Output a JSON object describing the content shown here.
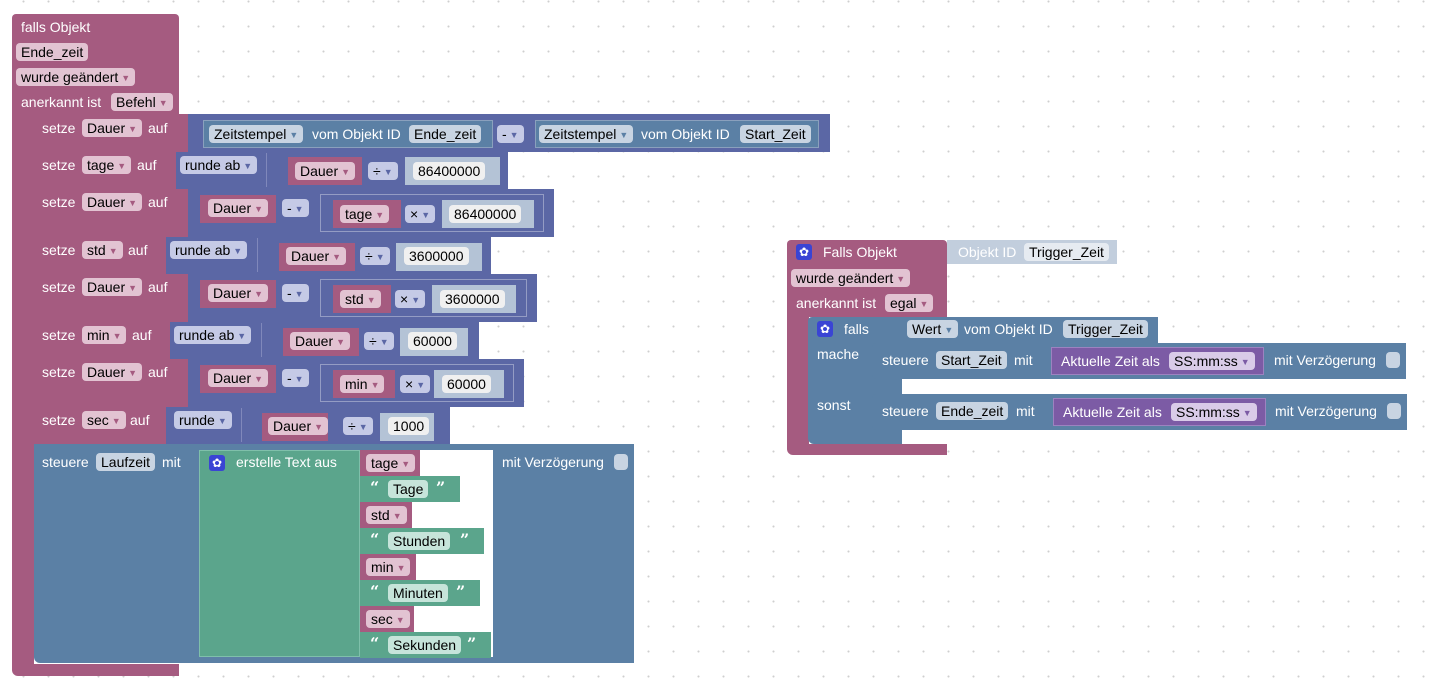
{
  "workspace": {
    "script1": {
      "trigger": {
        "title": "falls Objekt",
        "object": "Ende_zeit",
        "event": "wurde geändert",
        "ack_label": "anerkannt ist",
        "ack_value": "Befehl"
      },
      "statements": [
        {
          "keyword": "setze",
          "var": "Dauer",
          "to": "auf",
          "expr": {
            "left": {
              "prop": "Zeitstempel",
              "of": "vom Objekt ID",
              "id": "Ende_zeit"
            },
            "op": "-",
            "right": {
              "prop": "Zeitstempel",
              "of": "vom Objekt ID",
              "id": "Start_Zeit"
            }
          }
        },
        {
          "keyword": "setze",
          "var": "tage",
          "to": "auf",
          "round": "runde ab",
          "a": "Dauer",
          "op": "÷",
          "b": "86400000"
        },
        {
          "keyword": "setze",
          "var": "Dauer",
          "to": "auf",
          "a": "Dauer",
          "op": "-",
          "inner_a": "tage",
          "inner_op": "×",
          "inner_b": "86400000"
        },
        {
          "keyword": "setze",
          "var": "std",
          "to": "auf",
          "round": "runde ab",
          "a": "Dauer",
          "op": "÷",
          "b": "3600000"
        },
        {
          "keyword": "setze",
          "var": "Dauer",
          "to": "auf",
          "a": "Dauer",
          "op": "-",
          "inner_a": "std",
          "inner_op": "×",
          "inner_b": "3600000"
        },
        {
          "keyword": "setze",
          "var": "min",
          "to": "auf",
          "round": "runde ab",
          "a": "Dauer",
          "op": "÷",
          "b": "60000"
        },
        {
          "keyword": "setze",
          "var": "Dauer",
          "to": "auf",
          "a": "Dauer",
          "op": "-",
          "inner_a": "min",
          "inner_op": "×",
          "inner_b": "60000"
        },
        {
          "keyword": "setze",
          "var": "sec",
          "to": "auf",
          "round": "runde",
          "a": "Dauer",
          "op": "÷",
          "b": "1000"
        }
      ],
      "control": {
        "keyword": "steuere",
        "target": "Laufzeit",
        "with": "mit",
        "text_join": "erstelle Text aus",
        "items": [
          {
            "type": "var",
            "value": "tage"
          },
          {
            "type": "text",
            "value": "Tage"
          },
          {
            "type": "var",
            "value": "std"
          },
          {
            "type": "text",
            "value": "Stunden"
          },
          {
            "type": "var",
            "value": "min"
          },
          {
            "type": "text",
            "value": "Minuten"
          },
          {
            "type": "var",
            "value": "sec"
          },
          {
            "type": "text",
            "value": "Sekunden"
          }
        ],
        "delay_label": "mit Verzögerung"
      }
    },
    "script2": {
      "trigger": {
        "title": "Falls Objekt",
        "objid_label": "Objekt ID",
        "object": "Trigger_Zeit",
        "event": "wurde geändert",
        "ack_label": "anerkannt ist",
        "ack_value": "egal"
      },
      "if_block": {
        "if_label": "falls",
        "cond_prop": "Wert",
        "cond_of": "vom Objekt ID",
        "cond_id": "Trigger_Zeit",
        "then_label": "mache",
        "else_label": "sonst",
        "then_action": {
          "keyword": "steuere",
          "target": "Start_Zeit",
          "with": "mit",
          "value_label": "Aktuelle Zeit als",
          "format": "SS:mm:ss",
          "delay_label": "mit Verzögerung"
        },
        "else_action": {
          "keyword": "steuere",
          "target": "Ende_zeit",
          "with": "mit",
          "value_label": "Aktuelle Zeit als",
          "format": "SS:mm:ss",
          "delay_label": "mit Verzögerung"
        }
      }
    },
    "quote_open": "“",
    "quote_close": "”",
    "dropdown_arrow": "▼",
    "gear_glyph": "✿"
  }
}
